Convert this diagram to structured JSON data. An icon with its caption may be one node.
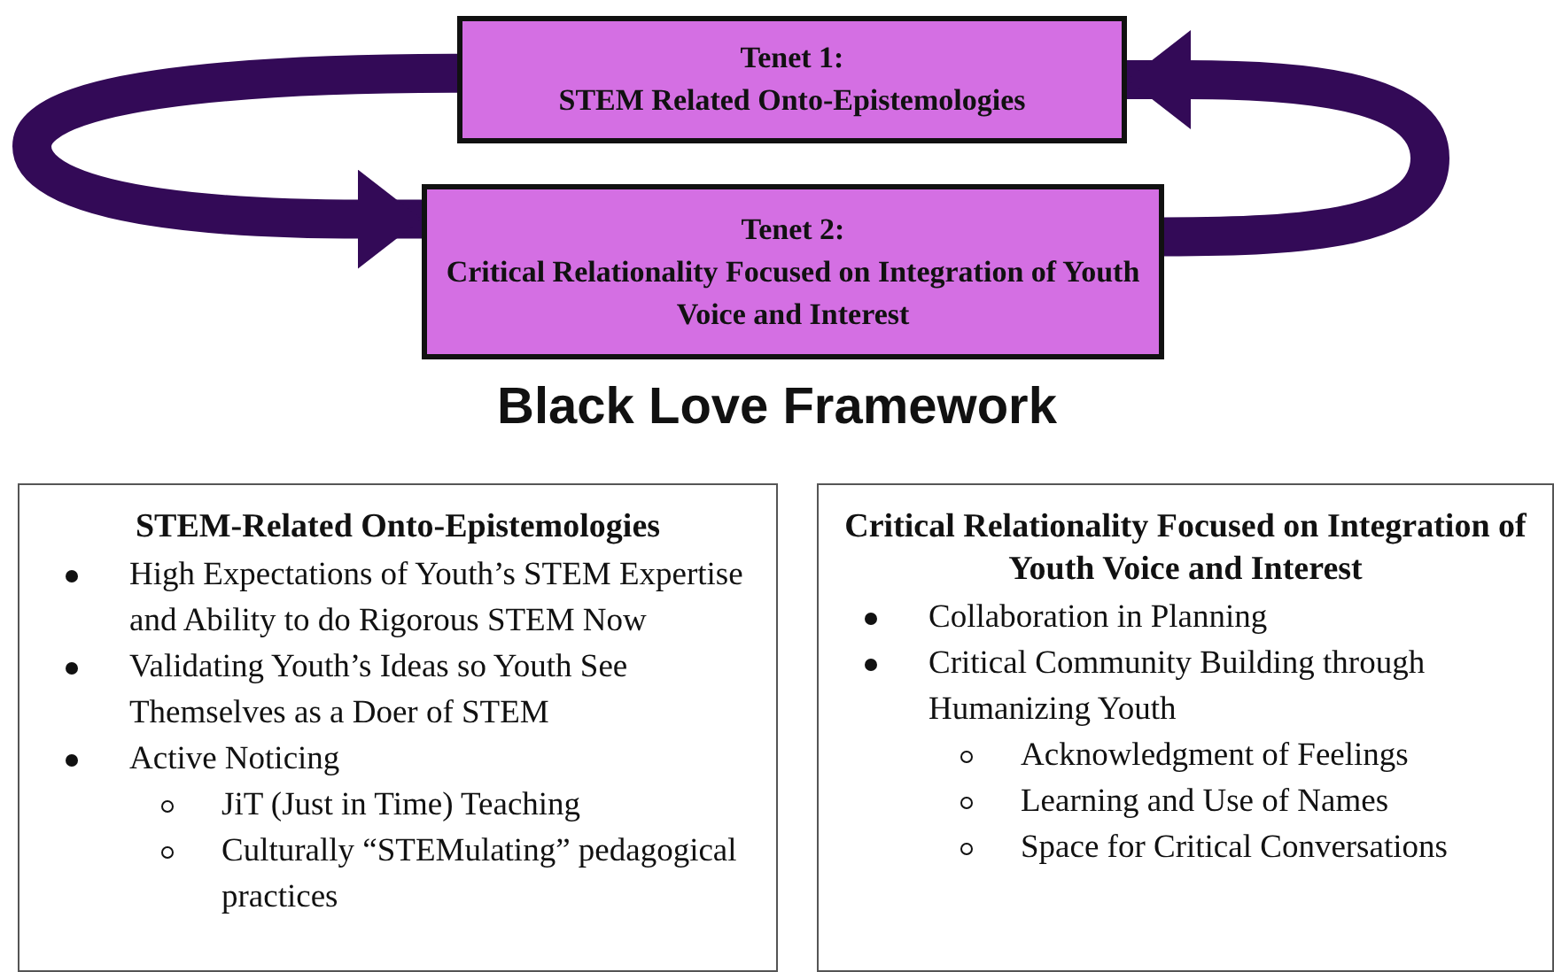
{
  "diagram": {
    "title": "Black Love Framework",
    "nodes": [
      {
        "text": [
          "Tenet 1:",
          "STEM Related Onto-Epistemologies"
        ]
      },
      {
        "text": [
          "Tenet 2:",
          "Critical Relationality Focused on Integration of Youth Voice and Interest"
        ]
      },
      {
        "text": [
          "STEM-Related Onto-Epistemologies",
          "High Expectations of Youth’s STEM Expertise and Ability to do Rigorous STEM Now",
          "Validating Youth’s Ideas so Youth See Themselves as a Doer of STEM",
          "Active Noticing",
          "JiT (Just in Time) Teaching",
          "Culturally “STEMulating” pedagogical practices"
        ]
      },
      {
        "text": [
          "Critical Relationality Focused on Integration of Youth Voice and Interest",
          "Collaboration in Planning",
          "Critical Community Building through Humanizing Youth",
          "Acknowledgment of Feelings",
          "Learning and Use of Names",
          "Space for Critical Conversations"
        ]
      }
    ],
    "edges": [
      {
        "from": 0,
        "to": 1,
        "arrow": "to"
      },
      {
        "from": 1,
        "to": 0,
        "arrow": "to"
      }
    ]
  }
}
